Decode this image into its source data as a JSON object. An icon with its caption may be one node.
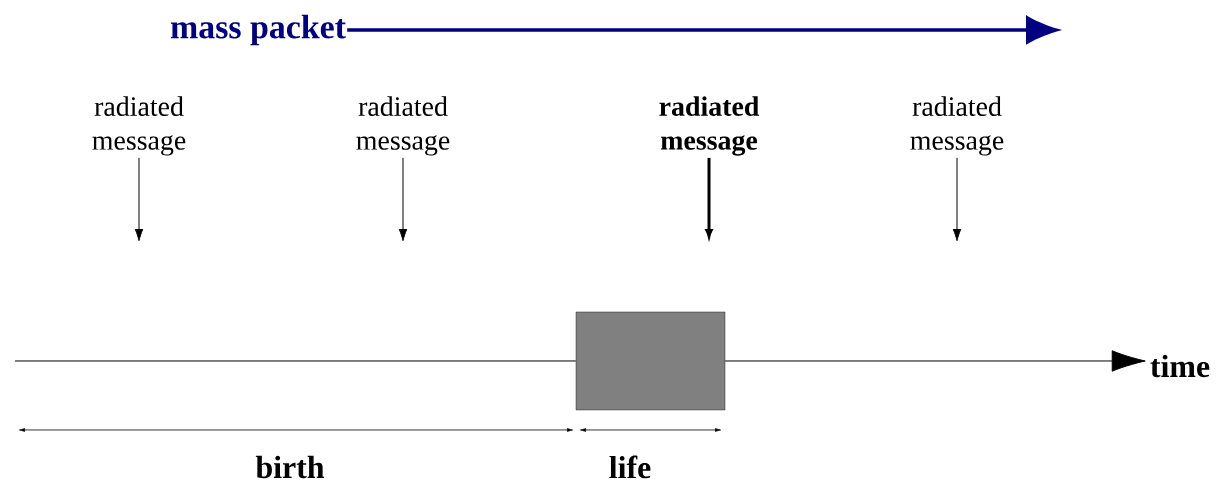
{
  "diagram": {
    "nodes": [
      {
        "text": [
          "mass packet"
        ]
      },
      {
        "text": [
          "radiated message"
        ]
      },
      {
        "text": [
          "radiated message"
        ]
      },
      {
        "text": [
          "radiated message"
        ]
      },
      {
        "text": [
          "radiated message"
        ]
      },
      {
        "text": [],
        "shape": "box"
      },
      {
        "text": [
          "time"
        ]
      }
    ],
    "edges": [
      {
        "from": 0,
        "to": null,
        "arrow": "to",
        "style": "thick",
        "color": "#000080"
      },
      {
        "from": 1,
        "to": null,
        "arrow": "to"
      },
      {
        "from": 2,
        "to": null,
        "arrow": "to"
      },
      {
        "from": 3,
        "to": null,
        "arrow": "to",
        "style": "thick"
      },
      {
        "from": 4,
        "to": null,
        "arrow": "to"
      },
      {
        "from": null,
        "to": 5,
        "arrow": "none"
      },
      {
        "from": 5,
        "to": 6,
        "arrow": "to"
      }
    ],
    "labels": [
      "birth",
      "life"
    ]
  }
}
